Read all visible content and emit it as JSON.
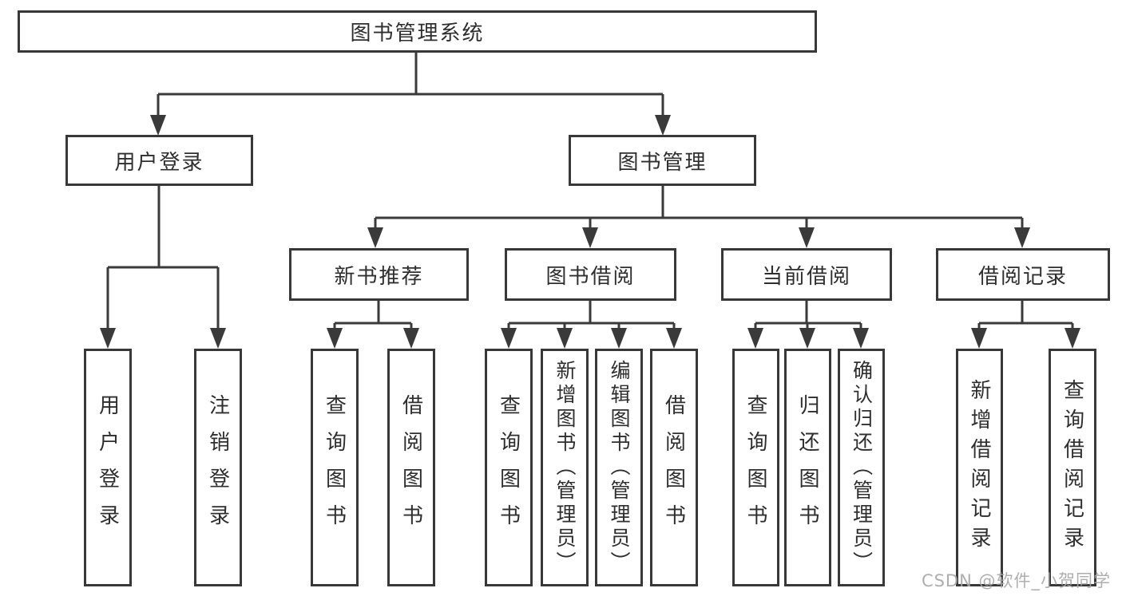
{
  "tree": {
    "root": {
      "label": "图书管理系统"
    },
    "children": [
      {
        "label": "用户登录",
        "children": [
          {
            "label": "用户登录"
          },
          {
            "label": "注销登录"
          }
        ]
      },
      {
        "label": "图书管理",
        "children": [
          {
            "label": "新书推荐",
            "children": [
              {
                "label": "查询图书"
              },
              {
                "label": "借阅图书"
              }
            ]
          },
          {
            "label": "图书借阅",
            "children": [
              {
                "label": "查询图书"
              },
              {
                "label": "新增图书（管理员）"
              },
              {
                "label": "编辑图书（管理员）"
              },
              {
                "label": "借阅图书"
              }
            ]
          },
          {
            "label": "当前借阅",
            "children": [
              {
                "label": "查询图书"
              },
              {
                "label": "归还图书"
              },
              {
                "label": "确认归还（管理员）"
              }
            ]
          },
          {
            "label": "借阅记录",
            "children": [
              {
                "label": "新增借阅记录"
              },
              {
                "label": "查询借阅记录"
              }
            ]
          }
        ]
      }
    ]
  },
  "watermark": {
    "text": "CSDN @软件_小贺同学"
  },
  "colors": {
    "line": "#3a3a3a",
    "box_border": "#383838",
    "text": "#2e2e2e",
    "watermark": "#a6a6a6",
    "background": "#ffffff"
  }
}
